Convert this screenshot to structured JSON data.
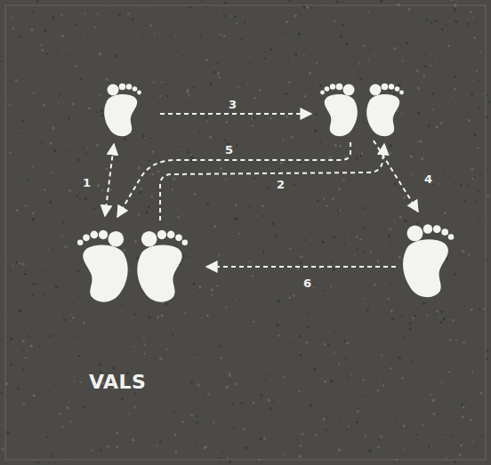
{
  "diagram": {
    "labels": [
      "3",
      "5",
      "2",
      "1",
      "4",
      "6",
      "VALS"
    ]
  }
}
